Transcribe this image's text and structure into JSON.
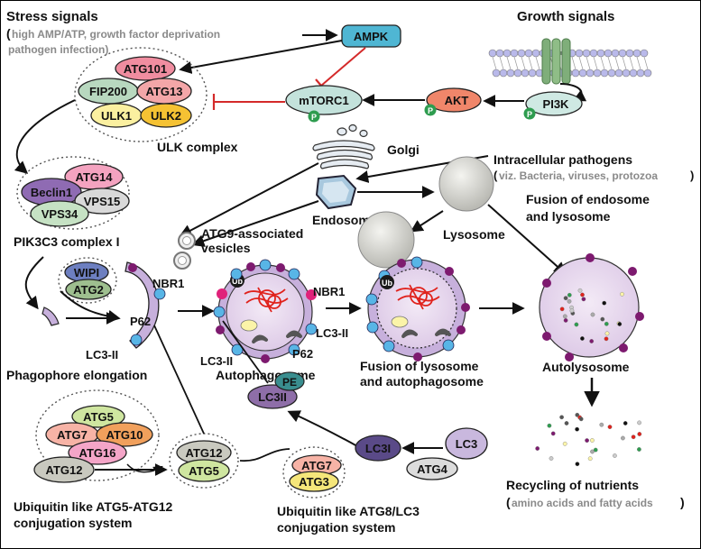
{
  "stress": {
    "title": "Stress signals",
    "open_paren": "(",
    "line1": "high AMP/ATP, growth factor deprivation",
    "line2": "pathogen infection)"
  },
  "growth": {
    "title": "Growth signals"
  },
  "nodes": {
    "ampk": "AMPK",
    "pi3k": "PI3K",
    "akt": "AKT",
    "mtorc1": "mTORC1",
    "p": "P",
    "atg101": "ATG101",
    "fip200": "FIP200",
    "atg13": "ATG13",
    "ulk1": "ULK1",
    "ulk2": "ULK2",
    "atg14": "ATG14",
    "beclin1": "Beclin1",
    "vps15": "VPS15",
    "vps34": "VPS34",
    "wipi": "WIPI",
    "atg2": "ATG2",
    "atg5": "ATG5",
    "atg7": "ATG7",
    "atg10": "ATG10",
    "atg16": "ATG16",
    "atg12": "ATG12",
    "atg12b": "ATG12",
    "atg5b": "ATG5",
    "lc3ii": "LC3II",
    "pe": "PE",
    "lc3i": "LC3I",
    "lc3": "LC3",
    "atg4": "ATG4",
    "atg7b": "ATG7",
    "atg3": "ATG3",
    "ub": "Ub"
  },
  "labels": {
    "ulk_complex": "ULK complex",
    "golgi": "Golgi",
    "pathogens_title": "Intracellular pathogens",
    "pathogens_open": "(",
    "pathogens_sub": "viz. Bacteria, viruses, protozoa",
    "pathogens_close": ")",
    "endosome": "Endosome",
    "lysosome": "Lysosome",
    "fusion_endo_1": "Fusion of endosome",
    "fusion_endo_2": "and lysosome",
    "pik3c3": "PIK3C3 complex I",
    "atg9_1": "ATG9-associated",
    "atg9_2": "vesicles",
    "nbr1_a": "NBR1",
    "nbr1_b": "NBR1",
    "p62_a": "P62",
    "p62_b": "P62",
    "lc3ii_a": "LC3-II",
    "lc3ii_b": "LC3-II",
    "lc3ii_c": "LC3-II",
    "phagophore": "Phagophore elongation",
    "autophagosome": "Autophagosome",
    "fusion_lyso_1": "Fusion of lysosome",
    "fusion_lyso_2": "and autophagosome",
    "autolysosome": "Autolysosome",
    "recycling": "Recycling of nutrients",
    "recycling_open": "(",
    "recycling_sub": "amino acids and fatty acids",
    "recycling_close": ")",
    "ubl_atg5_1": "Ubiquitin like ATG5-ATG12",
    "ubl_atg5_2": "conjugation system",
    "ubl_atg8_1": "Ubiquitin like ATG8/LC3",
    "ubl_atg8_2": "conjugation system"
  },
  "colors": {
    "ampk": "#4fb6d3",
    "atg101": "#f08da0",
    "fip200": "#b8d8bf",
    "atg13": "#f3a6a8",
    "ulk1": "#fbf0a0",
    "ulk2": "#f5c233",
    "akt": "#f0866a",
    "pi3k": "#cfe9e3",
    "mtorc1": "#c3e2db",
    "phospho": "#2e9c4f",
    "beclin1": "#8f6bb3",
    "atg14": "#f4a3c0",
    "vps15": "#d9d9d9",
    "vps34": "#c6e2c4",
    "wipi": "#6d7fc0",
    "atg2": "#9ebf8f",
    "atg5": "#cfe6a0",
    "atg7": "#f7b3a6",
    "atg10": "#f1a05c",
    "atg16": "#f4a5c8",
    "atg12": "#c9c9bf",
    "lc3ii": "#8e6ea8",
    "pe": "#3a8e8f",
    "lc3i": "#5a4a88",
    "lc3": "#c9b8de",
    "atg4": "#dcdcdc",
    "atg3": "#f5e67a",
    "membrane": "#b99ccc",
    "vacuole": "#e4d3ee",
    "cargo": "#e0221c",
    "blue_dot": "#58b5e6",
    "purple_dot": "#7d1a6f",
    "pink_dot": "#e0227a",
    "inhibit": "#d42a2a",
    "grey_text": "#8a8a8a"
  }
}
